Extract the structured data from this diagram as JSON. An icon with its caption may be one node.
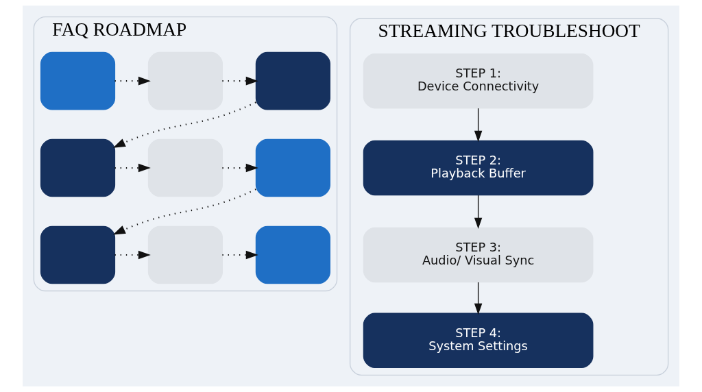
{
  "diagram": {
    "nodes": [
      {
        "text": [
          "FAQ ROADMAP"
        ]
      },
      {
        "text": [],
        "shape": "box",
        "in": 0
      },
      {
        "text": [],
        "shape": "box",
        "in": 0
      },
      {
        "text": [],
        "shape": "box",
        "in": 0
      },
      {
        "text": [],
        "shape": "box",
        "in": 0
      },
      {
        "text": [],
        "shape": "box",
        "in": 0
      },
      {
        "text": [],
        "shape": "box",
        "in": 0
      },
      {
        "text": [],
        "shape": "box",
        "in": 0
      },
      {
        "text": [],
        "shape": "box",
        "in": 0
      },
      {
        "text": [],
        "shape": "box",
        "in": 0
      },
      {
        "text": [
          "STREAMING TROUBLESHOOT"
        ]
      },
      {
        "text": [
          "STEP 1:",
          "Device Connectivity"
        ],
        "in": 10
      },
      {
        "text": [
          "STEP 2:",
          "Playback Buffer"
        ],
        "in": 10
      },
      {
        "text": [
          "STEP 3:",
          "Audio/ Visual Sync"
        ],
        "in": 10
      },
      {
        "text": [
          "STEP 4:",
          "System Settings"
        ],
        "in": 10
      }
    ],
    "edges": [
      {
        "from": 1,
        "to": 2,
        "arrow": "to",
        "style": "dashed"
      },
      {
        "from": 2,
        "to": 3,
        "arrow": "to",
        "style": "dashed"
      },
      {
        "from": 3,
        "to": 4,
        "arrow": "to",
        "style": "dashed"
      },
      {
        "from": 4,
        "to": 5,
        "arrow": "to",
        "style": "dashed"
      },
      {
        "from": 5,
        "to": 6,
        "arrow": "to",
        "style": "dashed"
      },
      {
        "from": 6,
        "to": 7,
        "arrow": "to",
        "style": "dashed"
      },
      {
        "from": 7,
        "to": 8,
        "arrow": "to",
        "style": "dashed"
      },
      {
        "from": 8,
        "to": 9,
        "arrow": "to",
        "style": "dashed"
      },
      {
        "from": 11,
        "to": 12,
        "arrow": "to"
      },
      {
        "from": 12,
        "to": 13,
        "arrow": "to"
      },
      {
        "from": 13,
        "to": 14,
        "arrow": "to"
      }
    ]
  }
}
